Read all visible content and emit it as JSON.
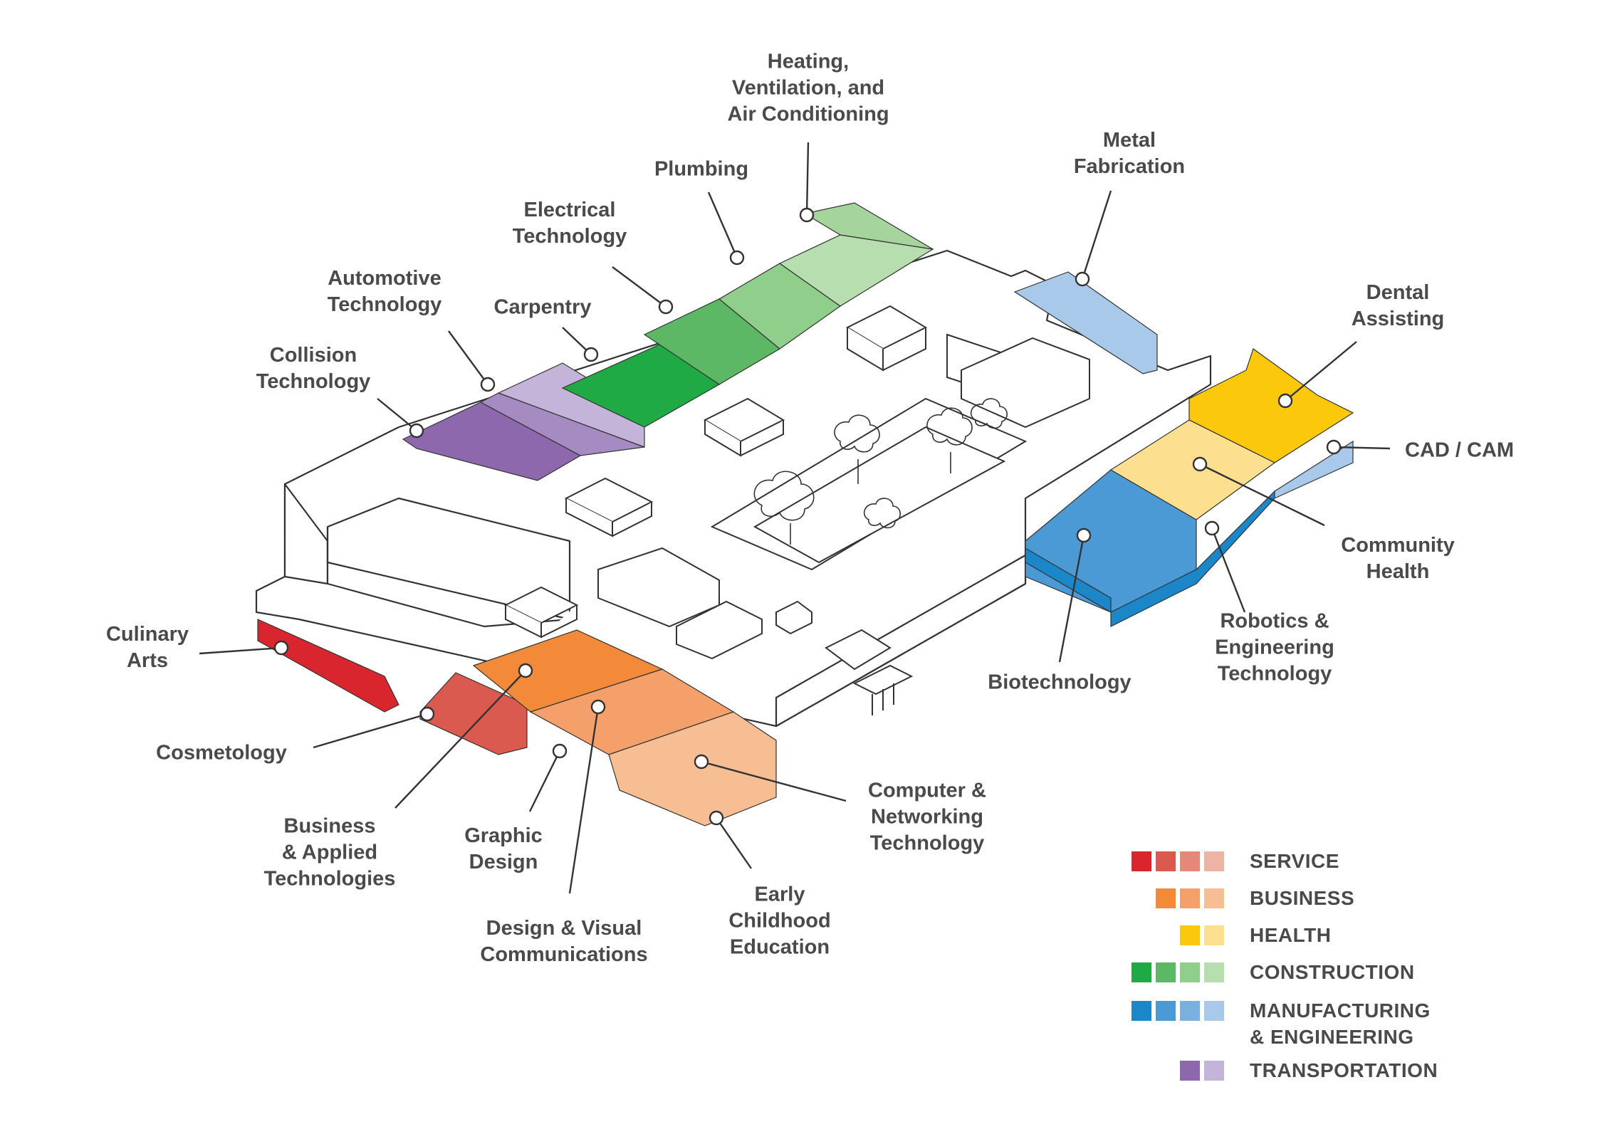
{
  "departments": {
    "heating": "Heating,\nVentilation, and\nAir Conditioning",
    "metal": "Metal\nFabrication",
    "plumbing": "Plumbing",
    "electrical": "Electrical\nTechnology",
    "automotive": "Automotive\nTechnology",
    "carpentry": "Carpentry",
    "collision": "Collision\nTechnology",
    "dental": "Dental\nAssisting",
    "cadcam": "CAD / CAM",
    "community": "Community\nHealth",
    "robotics": "Robotics &\nEngineering\nTechnology",
    "biotech": "Biotechnology",
    "culinary": "Culinary\nArts",
    "cosmetology": "Cosmetology",
    "business": "Business\n& Applied\nTechnologies",
    "graphic": "Graphic\nDesign",
    "designvisual": "Design & Visual\nCommunications",
    "early": "Early\nChildhood\nEducation",
    "computer": "Computer &\nNetworking\nTechnology"
  },
  "legend": [
    {
      "label": "SERVICE",
      "colors": [
        "#d9262e",
        "#db5a4f",
        "#e4897a",
        "#edb3a5"
      ]
    },
    {
      "label": "BUSINESS",
      "colors": [
        "#f28a3a",
        "#f5a06a",
        "#f7bd93"
      ]
    },
    {
      "label": "HEALTH",
      "colors": [
        "#fcc80b",
        "#fde08f"
      ]
    },
    {
      "label": "CONSTRUCTION",
      "colors": [
        "#1faa45",
        "#5cb865",
        "#8fcf8b",
        "#b7deae"
      ]
    },
    {
      "label": "MANUFACTURING\n& ENGINEERING",
      "colors": [
        "#1b87c8",
        "#4c9ad5",
        "#7ab0df",
        "#a9c9ea"
      ]
    },
    {
      "label": "TRANSPORTATION",
      "colors": [
        "#8d68ad",
        "#c5b4da"
      ]
    }
  ],
  "colors": {
    "label_text": "#4a4a4a",
    "outline": "#333333"
  }
}
